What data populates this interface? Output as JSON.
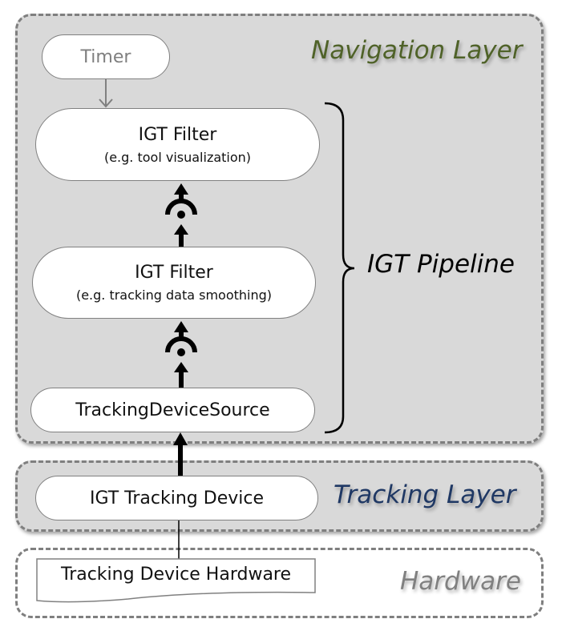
{
  "navigation_layer": {
    "label": "Navigation Layer",
    "timer": "Timer",
    "filter_1": {
      "title": "IGT Filter",
      "subtitle": "(e.g. tool visualization)"
    },
    "filter_2": {
      "title": "IGT Filter",
      "subtitle": "(e.g. tracking data smoothing)"
    },
    "source": "TrackingDeviceSource",
    "pipeline_label": "IGT Pipeline"
  },
  "tracking_layer": {
    "label": "Tracking Layer",
    "device": "IGT Tracking Device"
  },
  "hardware_layer": {
    "label": "Hardware",
    "device": "Tracking Device Hardware"
  },
  "colors": {
    "nav_label": "#4f6228",
    "tracking_label": "#1f3864",
    "hardware_label": "#808080",
    "layer_fill": "#d9d9d9"
  }
}
